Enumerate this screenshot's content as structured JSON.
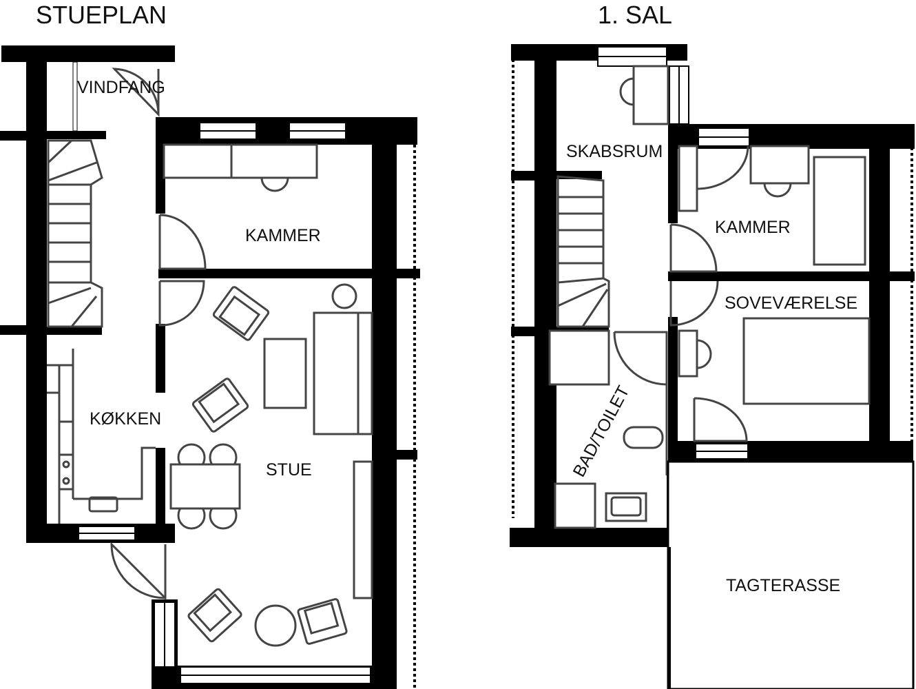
{
  "titles": {
    "ground_floor": "STUEPLAN",
    "first_floor": "1. SAL"
  },
  "ground_floor": {
    "rooms": {
      "vindfang": "VINDFANG",
      "kammer": "KAMMER",
      "koekken": "KØKKEN",
      "stue": "STUE"
    }
  },
  "first_floor": {
    "rooms": {
      "skabsrum": "SKABSRUM",
      "kammer": "KAMMER",
      "sovevaerelse": "SOVEVÆRELSE",
      "bad_toilet": "BAD/TOILET",
      "tagterasse": "TAGTERASSE"
    }
  },
  "colors": {
    "wall": "#000000",
    "furniture": "#444444",
    "background": "#ffffff"
  }
}
